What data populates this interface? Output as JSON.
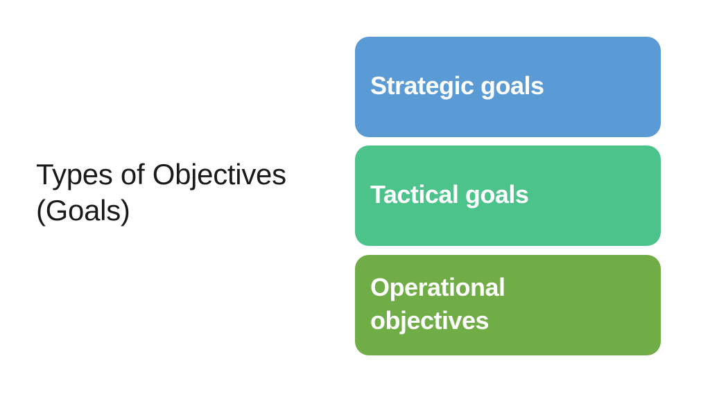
{
  "slide": {
    "title": "Types of Objectives (Goals)",
    "items": [
      {
        "label": "Strategic goals",
        "color": "#5B9BD5"
      },
      {
        "label": "Tactical goals",
        "color": "#4CC38A"
      },
      {
        "label": "Operational objectives",
        "color": "#70AD47"
      }
    ]
  }
}
